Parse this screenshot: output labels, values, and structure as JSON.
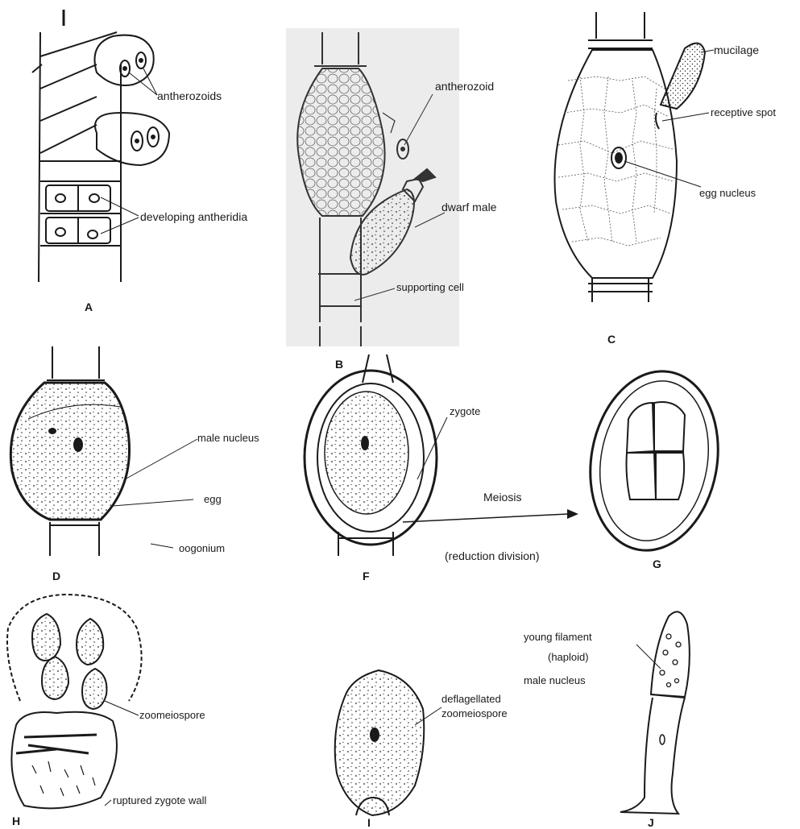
{
  "panels": {
    "A": {
      "letter": "A",
      "labels": {
        "antherozoids": "antherozoids",
        "developing_antheridia": "developing antheridia"
      }
    },
    "B": {
      "letter": "B",
      "labels": {
        "antherozoid": "antherozoid",
        "dwarf_male": "dwarf male",
        "supporting_cell": "supporting cell"
      }
    },
    "C": {
      "letter": "C",
      "labels": {
        "mucilage": "mucilage",
        "receptive_spot": "receptive spot",
        "egg_nucleus": "egg nucleus"
      }
    },
    "D": {
      "letter": "D",
      "labels": {
        "male_nucleus": "male nucleus",
        "egg": "egg",
        "oogonium": "oogonium"
      }
    },
    "F": {
      "letter": "F",
      "labels": {
        "zygote": "zygote"
      }
    },
    "arrow": {
      "line1": "Meiosis",
      "line2": "(reduction division)"
    },
    "G": {
      "letter": "G"
    },
    "H": {
      "letter": "H",
      "labels": {
        "zoomeiospore": "zoomeiospore",
        "ruptured_zygote_wall": "ruptured zygote wall"
      }
    },
    "I": {
      "letter": "I",
      "labels": {
        "line1": "deflagellated",
        "line2": "zoomeiospore"
      }
    },
    "J": {
      "letter": "J",
      "labels": {
        "young_filament": "young filament",
        "haploid": "(haploid)",
        "male_nucleus": "male nucleus"
      }
    }
  },
  "colors": {
    "ink": "#1a1a1a",
    "panel_b_bg": "#ececec",
    "squiggle": "#3a9a3a"
  }
}
